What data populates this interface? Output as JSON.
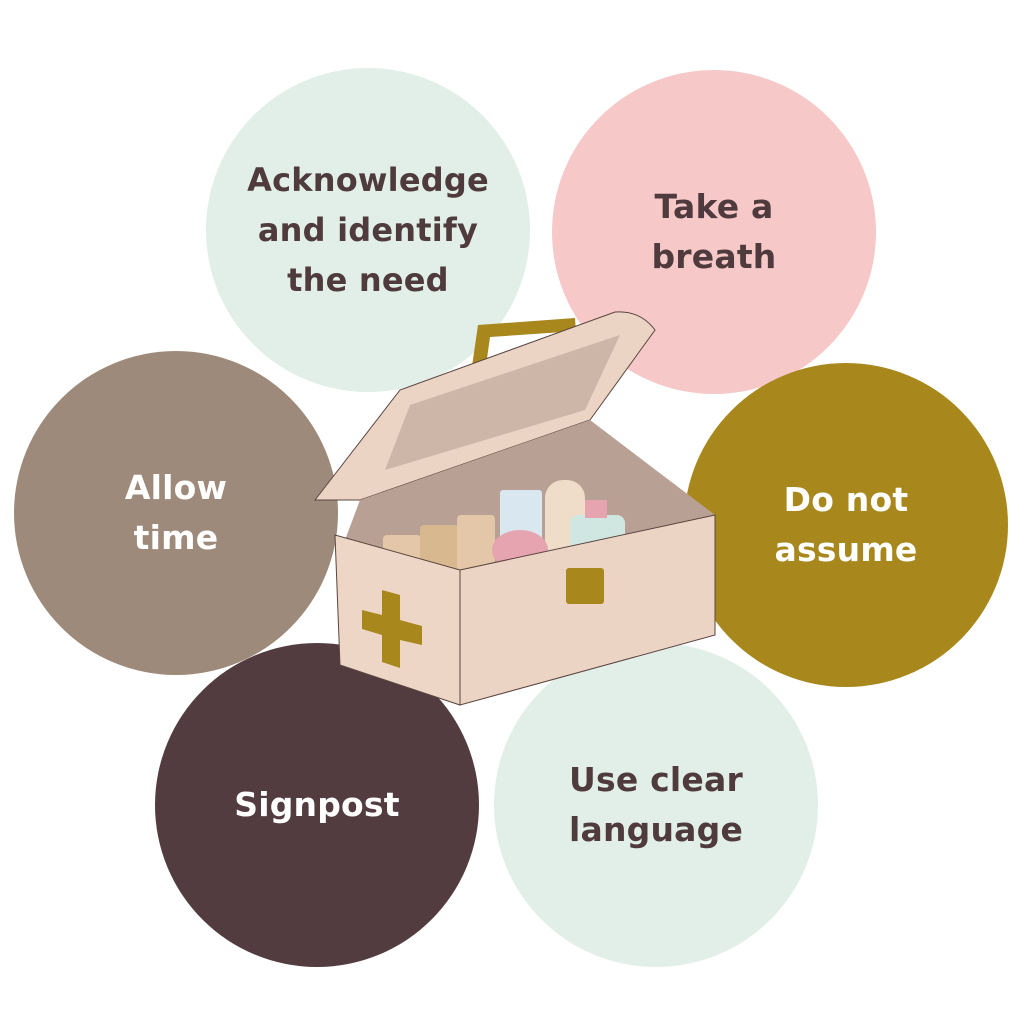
{
  "items": [
    {
      "label_lines": [
        "Acknowledge",
        "and identify",
        "the need"
      ]
    },
    {
      "label_lines": [
        "Take a",
        "breath"
      ]
    },
    {
      "label_lines": [
        "Allow",
        "time"
      ]
    },
    {
      "label_lines": [
        "Do not",
        "assume"
      ]
    },
    {
      "label_lines": [
        "Signpost"
      ]
    },
    {
      "label_lines": [
        "Use clear",
        "language"
      ]
    }
  ],
  "colors": {
    "mint": "#e1efe8",
    "pink": "#f6c8c8",
    "taupe": "#9e8a7a",
    "mustard": "#a8871d",
    "plum": "#523c40",
    "text_dark": "#4f3a3d"
  }
}
